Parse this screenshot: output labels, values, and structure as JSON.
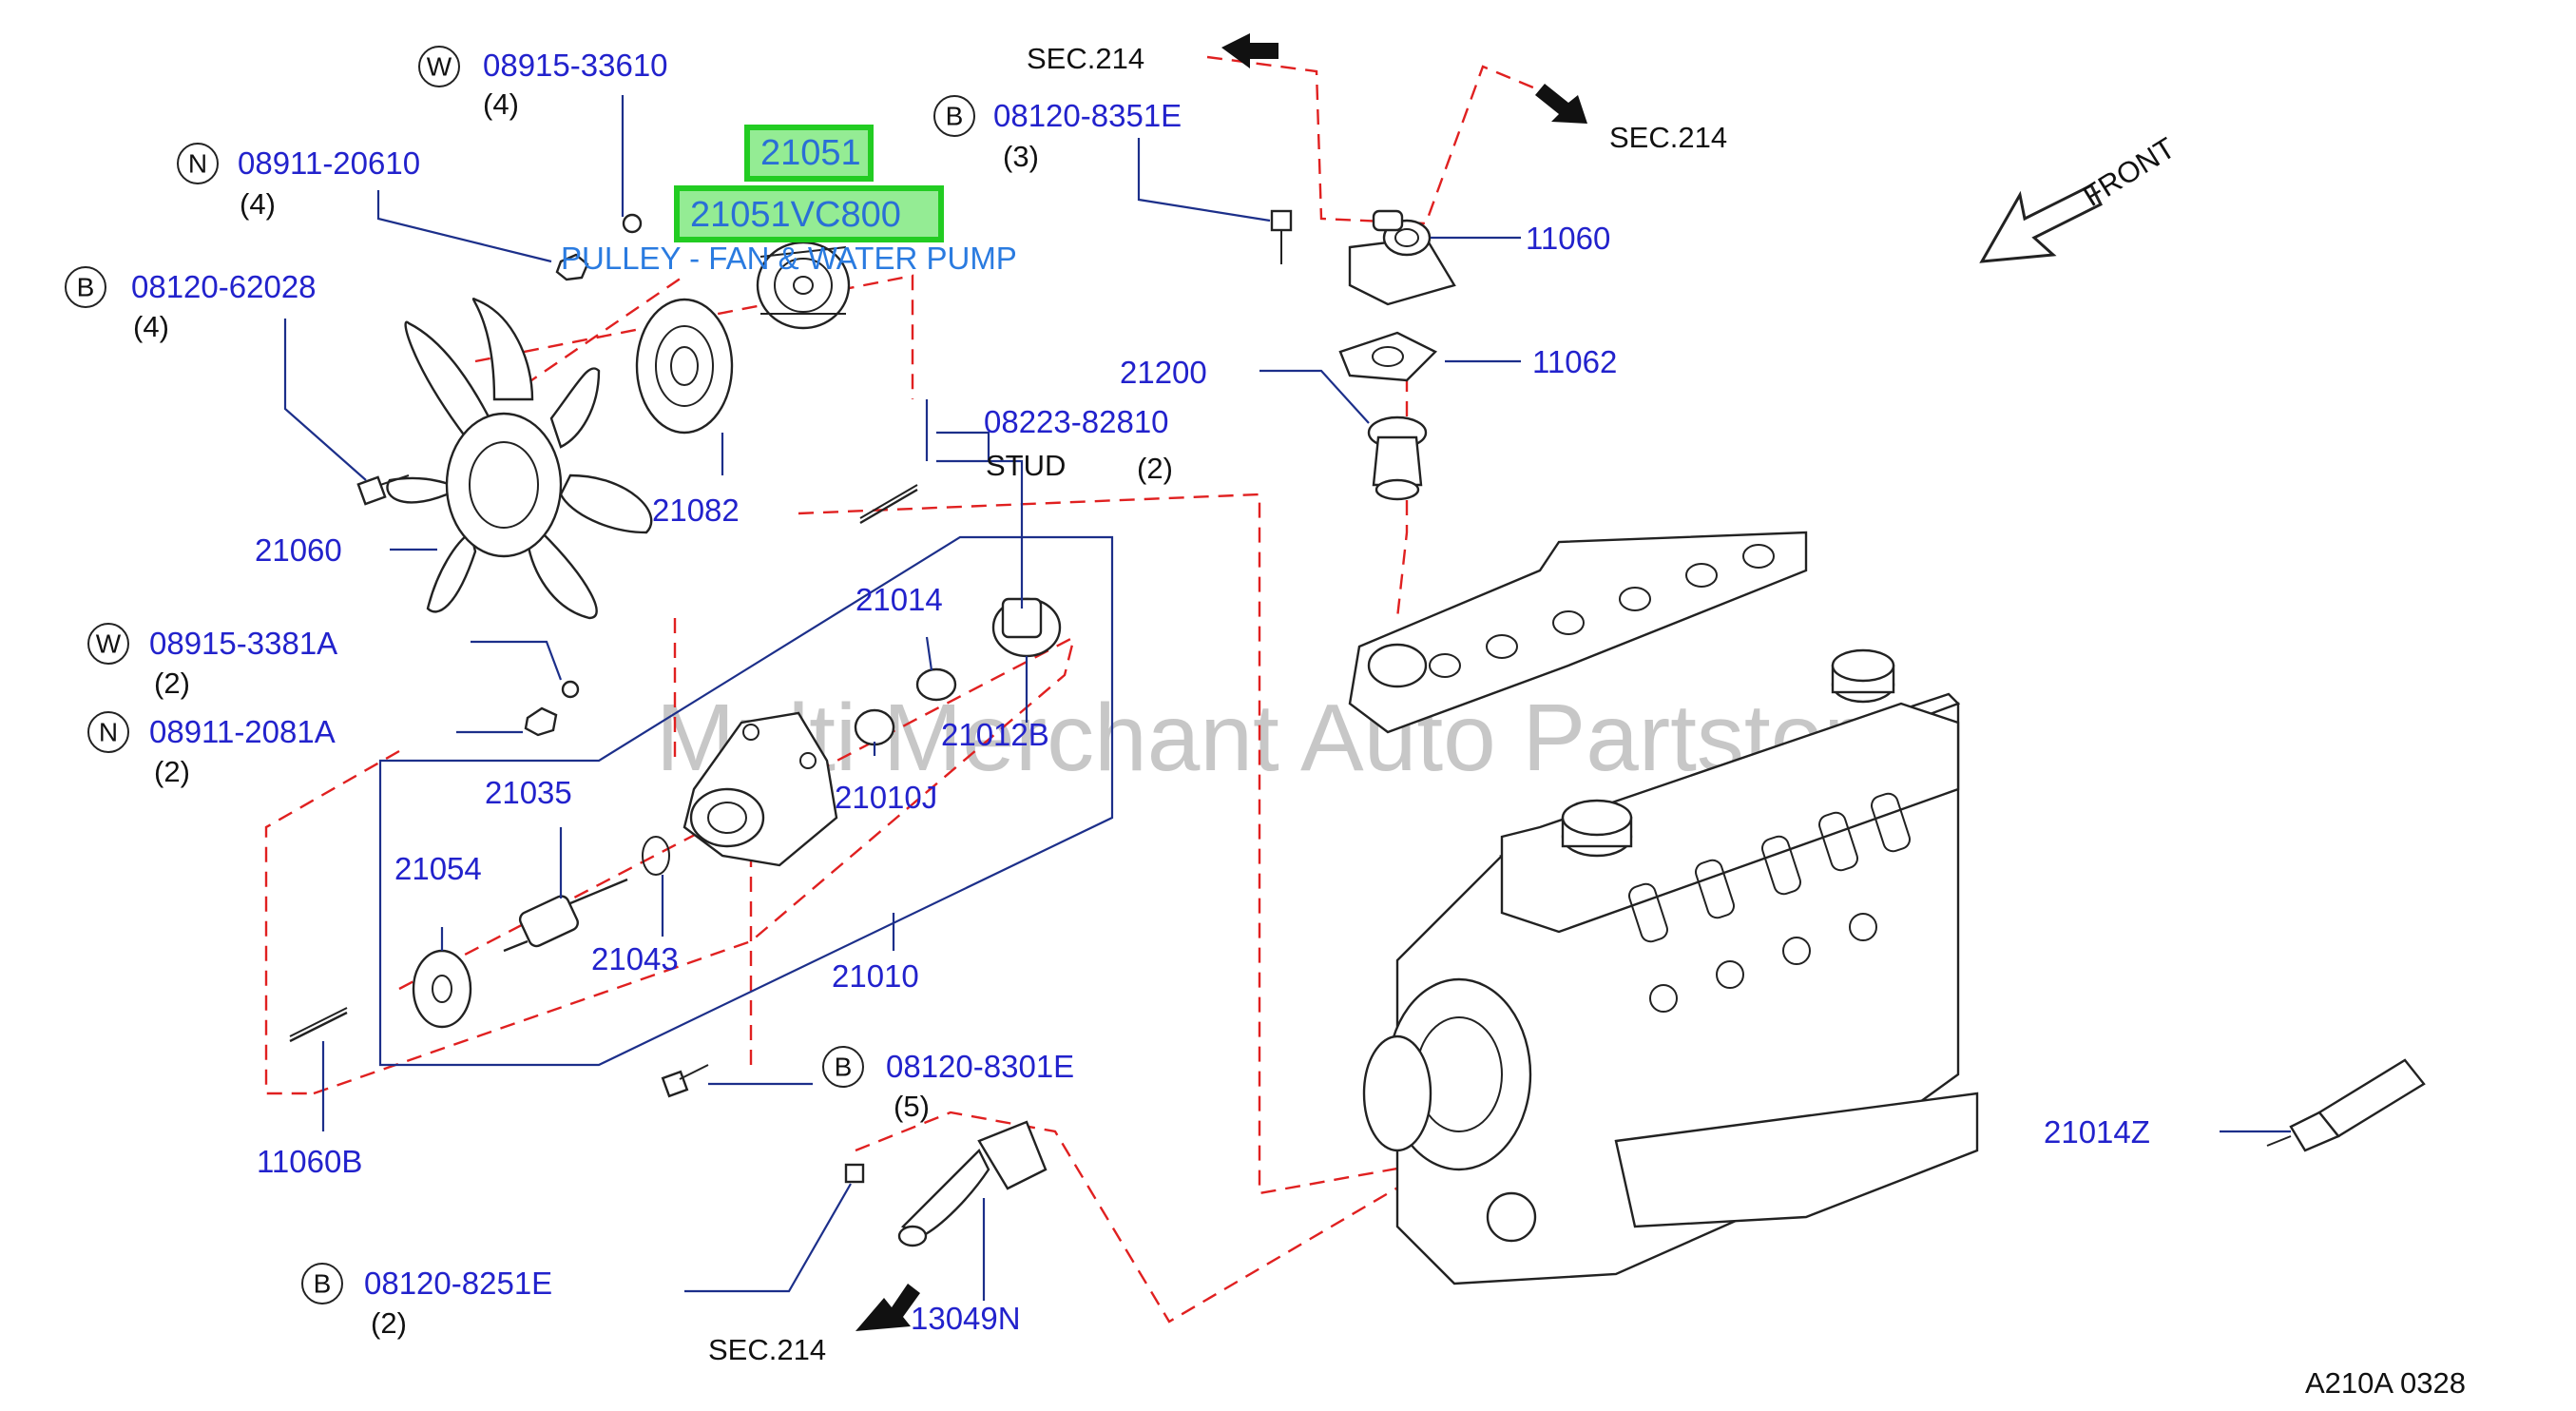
{
  "diagram": {
    "watermark": "Multi Merchant Auto Partstore",
    "footer_code": "A210A  0328",
    "front_label": "FRONT",
    "highlight": {
      "part_a": "21051",
      "part_b": "21051VC800",
      "caption": "PULLEY - FAN & WATER PUMP"
    },
    "sec_refs": [
      "SEC.214",
      "SEC.214",
      "SEC.214"
    ],
    "stud_label": "STUD",
    "callouts": [
      {
        "prefix": "W",
        "number": "08915-33610",
        "qty": "(4)"
      },
      {
        "prefix": "N",
        "number": "08911-20610",
        "qty": "(4)"
      },
      {
        "prefix": "B",
        "number": "08120-62028",
        "qty": "(4)"
      },
      {
        "prefix": "B",
        "number": "08120-8351E",
        "qty": "(3)"
      },
      {
        "prefix": "",
        "number": "08223-82810",
        "qty": "(2)"
      },
      {
        "prefix": "W",
        "number": "08915-3381A",
        "qty": "(2)"
      },
      {
        "prefix": "N",
        "number": "08911-2081A",
        "qty": "(2)"
      },
      {
        "prefix": "B",
        "number": "08120-8301E",
        "qty": "(5)"
      },
      {
        "prefix": "B",
        "number": "08120-8251E",
        "qty": "(2)"
      }
    ],
    "parts": {
      "p11060": "11060",
      "p11062": "11062",
      "p21200": "21200",
      "p21082": "21082",
      "p21060": "21060",
      "p21014": "21014",
      "p21012B": "21012B",
      "p21010J": "21010J",
      "p21035": "21035",
      "p21054": "21054",
      "p21043": "21043",
      "p21010": "21010",
      "p11060B": "11060B",
      "p13049N": "13049N",
      "p21014Z": "21014Z"
    }
  }
}
